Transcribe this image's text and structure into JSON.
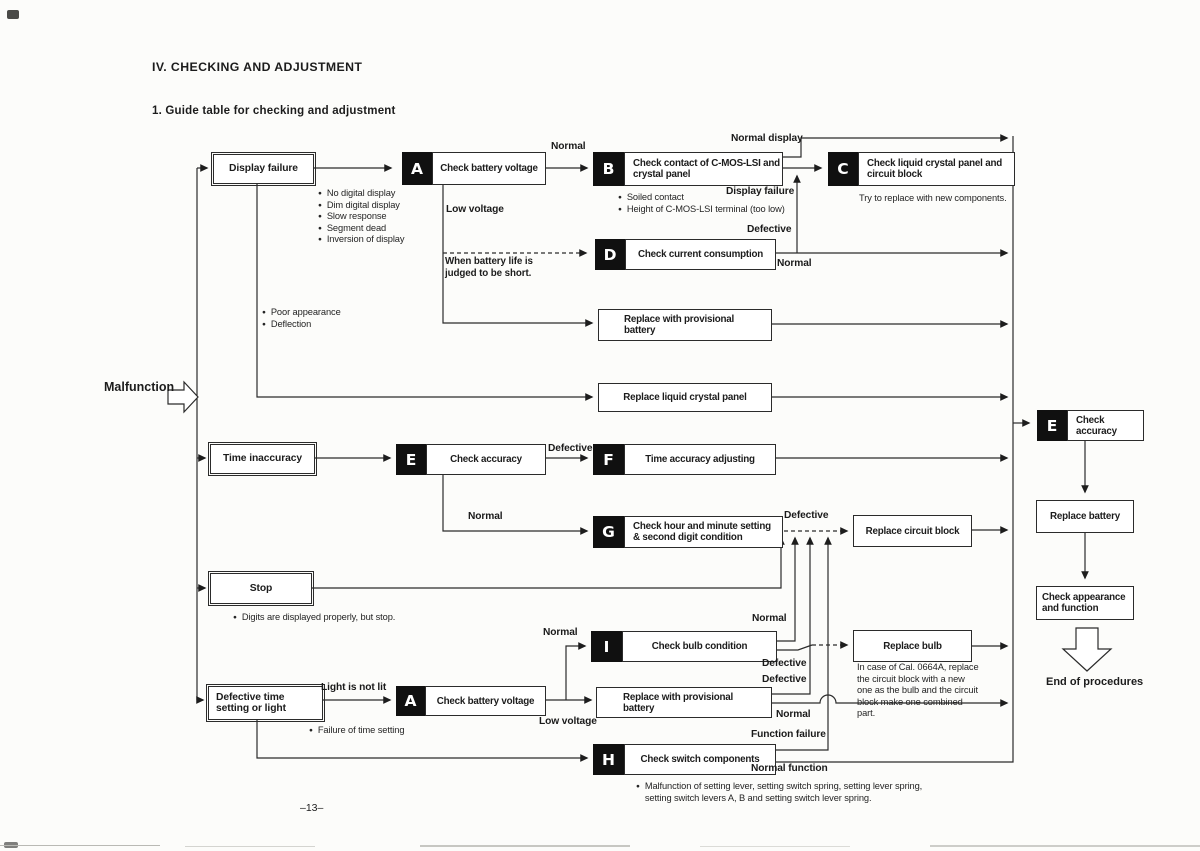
{
  "page": {
    "section_title": "IV.  CHECKING AND ADJUSTMENT",
    "subsection_title": "1.  Guide table for checking and adjustment",
    "page_number": "–13–",
    "entry_label": "Malfunction",
    "end_label": "End of procedures"
  },
  "symptom_boxes": {
    "display_failure": "Display failure",
    "time_inaccuracy": "Time inaccuracy",
    "stop": "Stop",
    "defective_time_setting": "Defective time setting or light"
  },
  "steps": {
    "a1": {
      "letter": "A",
      "label": "Check battery voltage"
    },
    "b": {
      "letter": "B",
      "label": "Check contact of C-MOS-LSI and crystal panel"
    },
    "c": {
      "letter": "C",
      "label": "Check liquid crystal panel and circuit block"
    },
    "d": {
      "letter": "D",
      "label": "Check current consumption"
    },
    "e1": {
      "letter": "E",
      "label": "Check accuracy"
    },
    "f": {
      "letter": "F",
      "label": "Time accuracy adjusting"
    },
    "g": {
      "letter": "G",
      "label": "Check hour and minute setting & second digit condition"
    },
    "i": {
      "letter": "I",
      "label": "Check bulb condition"
    },
    "a2": {
      "letter": "A",
      "label": "Check battery voltage"
    },
    "h": {
      "letter": "H",
      "label": "Check switch components"
    },
    "e2": {
      "letter": "E",
      "label": "Check accuracy"
    }
  },
  "action_boxes": {
    "replace_provisional_1": "Replace with provisional battery",
    "replace_lcd": "Replace liquid crystal panel",
    "replace_circuit_block": "Replace circuit block",
    "replace_bulb": "Replace bulb",
    "replace_provisional_2": "Replace with provisional battery",
    "replace_battery": "Replace battery",
    "check_appearance": "Check appearance and  function"
  },
  "edge_labels": {
    "a1_normal": "Normal",
    "a1_low_voltage": "Low voltage",
    "b_normal_display": "Normal display",
    "b_display_failure": "Display failure",
    "d_condition": "When battery life is judged to be short.",
    "d_defective": "Defective",
    "d_normal": "Normal",
    "e1_defective": "Defective",
    "e1_normal": "Normal",
    "g_defective": "Defective",
    "a2_trigger": "Light is not lit",
    "a2_normal": "Normal",
    "a2_low_voltage": "Low voltage",
    "i_normal": "Normal",
    "i_defective": "Defective",
    "prov2_defective": "Defective",
    "prov2_normal": "Normal",
    "h_function_failure": "Function failure",
    "h_normal_function": "Normal function"
  },
  "notes": {
    "display_failure_symptoms": [
      "No digital display",
      "Dim digital display",
      "Slow response",
      "Segment dead",
      "Inversion of display"
    ],
    "appearance_symptoms": [
      "Poor appearance",
      "Deflection"
    ],
    "contact_symptoms": [
      "Soiled contact",
      "Height of C-MOS-LSI terminal (too low)"
    ],
    "c_note": "Try to replace with new components.",
    "stop_symptom": "Digits are displayed properly, but stop.",
    "time_setting_symptom": "Failure of time setting",
    "bulb_note": "In case of Cal. 0664A, replace the circuit block with a new one as the bulb and the circuit block make one combined part.",
    "switch_symptom": "Malfunction of setting lever, setting switch spring, setting lever spring, setting switch levers A, B and setting switch lever spring."
  }
}
